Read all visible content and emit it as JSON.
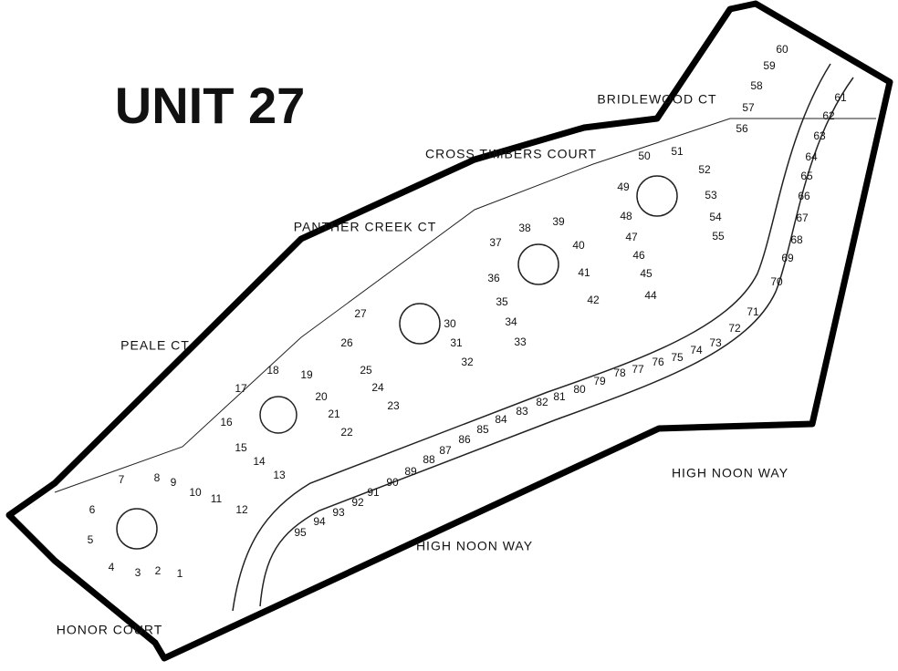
{
  "title": "UNIT 27",
  "streets": {
    "honor_court": "HONOR COURT",
    "peale_ct": "PEALE CT",
    "high_noon_way_lower": "HIGH NOON WAY",
    "high_noon_way_upper": "HIGH NOON WAY",
    "panther_creek_ct": "PANTHER CREEK CT",
    "cross_timbers_court": "CROSS TIMBERS COURT",
    "bridlewood_ct": "BRIDLEWOOD CT"
  },
  "lots": [
    "1",
    "2",
    "3",
    "4",
    "5",
    "6",
    "7",
    "8",
    "9",
    "10",
    "11",
    "12",
    "13",
    "14",
    "15",
    "16",
    "17",
    "18",
    "19",
    "20",
    "21",
    "22",
    "23",
    "24",
    "25",
    "26",
    "27",
    "30",
    "31",
    "32",
    "33",
    "34",
    "35",
    "36",
    "37",
    "38",
    "39",
    "40",
    "41",
    "42",
    "44",
    "45",
    "46",
    "47",
    "48",
    "49",
    "50",
    "51",
    "52",
    "53",
    "54",
    "55",
    "56",
    "57",
    "58",
    "59",
    "60",
    "61",
    "62",
    "63",
    "64",
    "65",
    "66",
    "67",
    "68",
    "69",
    "70",
    "71",
    "72",
    "73",
    "74",
    "75",
    "76",
    "77",
    "78",
    "79",
    "80",
    "81",
    "82",
    "83",
    "84",
    "85",
    "86",
    "87",
    "88",
    "89",
    "90",
    "91",
    "92",
    "93",
    "94",
    "95"
  ]
}
